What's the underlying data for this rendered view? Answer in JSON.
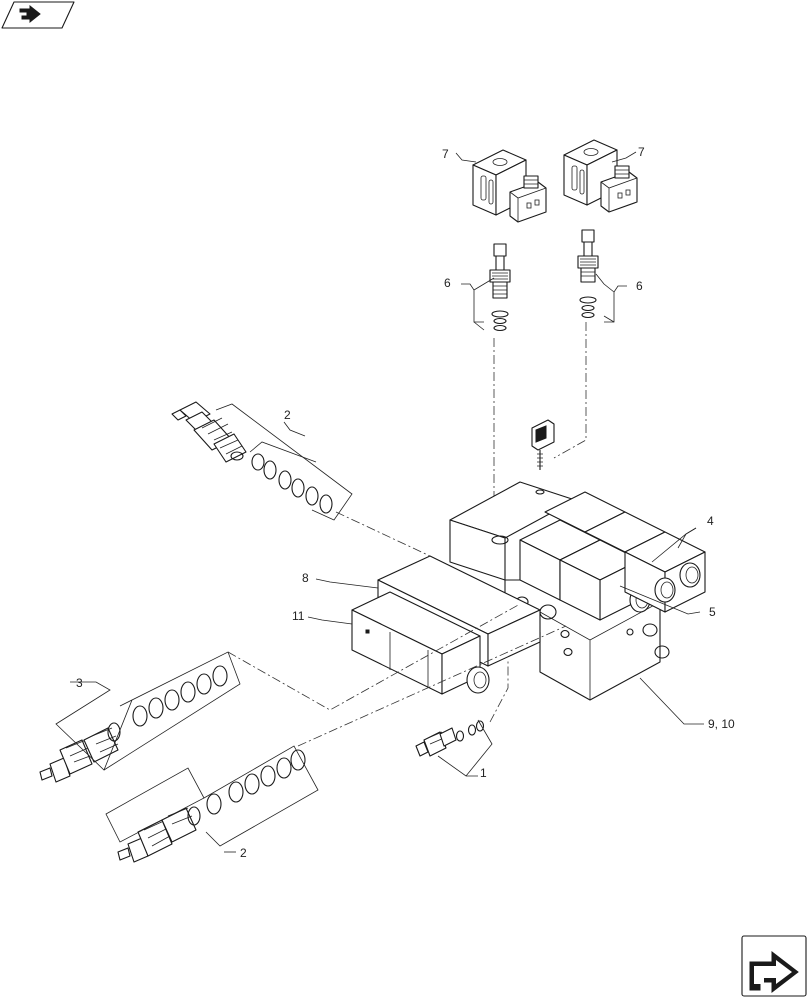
{
  "callouts": {
    "c7_left": "7",
    "c7_right": "7",
    "c6_left": "6",
    "c6_right": "6",
    "c2_top": "2",
    "c4": "4",
    "c8": "8",
    "c11": "11",
    "c5": "5",
    "c3": "3",
    "c1": "1",
    "c9_10": "9, 10",
    "c2_bottom": "2"
  },
  "icons": {
    "top_left": "nav-arrow-icon",
    "bottom_right": "next-page-arrow-icon"
  }
}
